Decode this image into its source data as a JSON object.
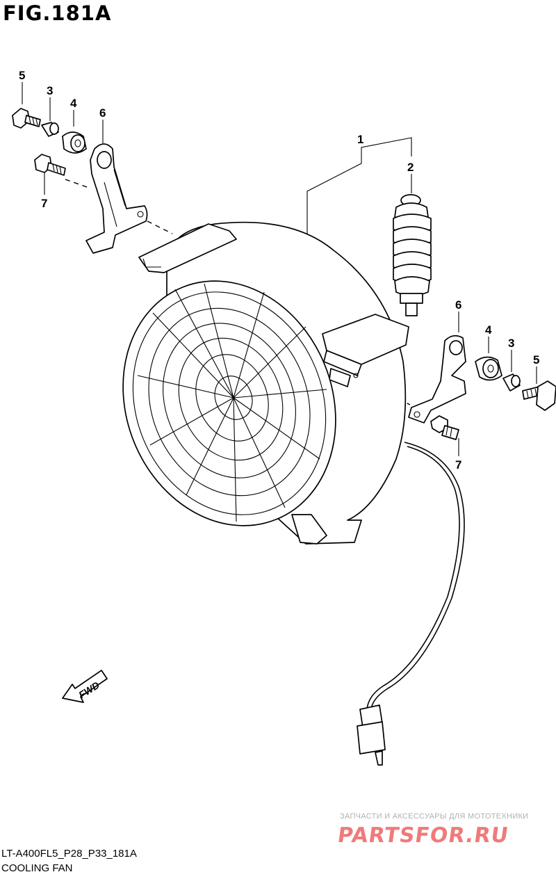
{
  "figure": {
    "title": "FIG.181A",
    "reference_code": "LT-A400FL5_P28_P33_181A",
    "caption": "COOLING FAN"
  },
  "callouts": {
    "c1": "1",
    "c2": "2",
    "c3a": "3",
    "c4a": "4",
    "c5a": "5",
    "c6a": "6",
    "c7a": "7",
    "c3b": "3",
    "c4b": "4",
    "c5b": "5",
    "c6b": "6",
    "c7b": "7"
  },
  "direction_arrow": {
    "label": "FWD"
  },
  "watermark": {
    "tagline": "ЗАПЧАСТИ И АКСЕССУАРЫ ДЛЯ МОТОТЕХНИКИ",
    "logo": "PARTSFOR.RU"
  },
  "colors": {
    "line": "#000000",
    "background": "#ffffff",
    "watermark": "#f07a7a"
  }
}
